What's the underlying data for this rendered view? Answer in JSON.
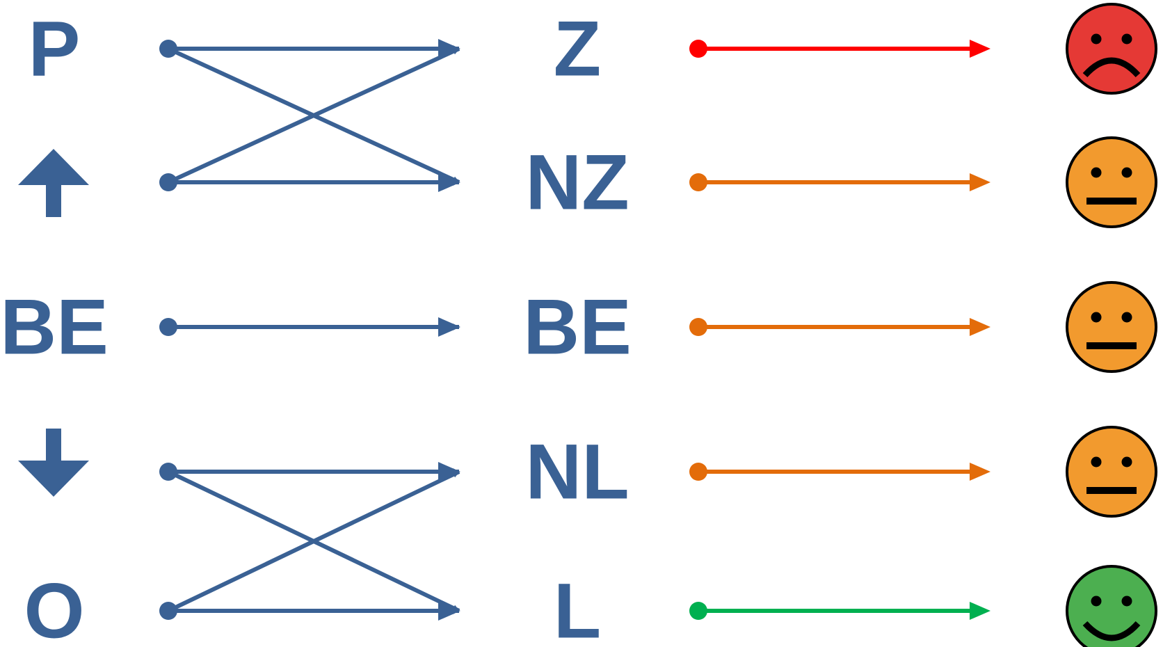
{
  "colors": {
    "blue": "#3A6194",
    "red": "#FF0000",
    "orange": "#E36C0A",
    "green": "#00B050",
    "face_red": "#E53935",
    "face_orange": "#F29A2E",
    "face_green": "#4CAF50",
    "face_outline": "#000000"
  },
  "left_column": [
    {
      "kind": "text",
      "label": "P"
    },
    {
      "kind": "icon",
      "icon": "arrow-up-icon"
    },
    {
      "kind": "text",
      "label": "BE"
    },
    {
      "kind": "icon",
      "icon": "arrow-down-icon"
    },
    {
      "kind": "text",
      "label": "O"
    }
  ],
  "middle_column": [
    {
      "label": "Z"
    },
    {
      "label": "NZ"
    },
    {
      "label": "BE"
    },
    {
      "label": "NL"
    },
    {
      "label": "L"
    }
  ],
  "left_connections": [
    {
      "from": 0,
      "to": 0
    },
    {
      "from": 0,
      "to": 1
    },
    {
      "from": 1,
      "to": 0
    },
    {
      "from": 1,
      "to": 1
    },
    {
      "from": 2,
      "to": 2
    },
    {
      "from": 3,
      "to": 3
    },
    {
      "from": 3,
      "to": 4
    },
    {
      "from": 4,
      "to": 3
    },
    {
      "from": 4,
      "to": 4
    }
  ],
  "right_arrows": [
    {
      "row": 0,
      "color": "red"
    },
    {
      "row": 1,
      "color": "orange"
    },
    {
      "row": 2,
      "color": "orange"
    },
    {
      "row": 3,
      "color": "orange"
    },
    {
      "row": 4,
      "color": "green"
    }
  ],
  "faces": [
    {
      "row": 0,
      "mood": "sad",
      "icon": "sad-face-icon",
      "fill": "face_red"
    },
    {
      "row": 1,
      "mood": "neutral",
      "icon": "neutral-face-icon",
      "fill": "face_orange"
    },
    {
      "row": 2,
      "mood": "neutral",
      "icon": "neutral-face-icon",
      "fill": "face_orange"
    },
    {
      "row": 3,
      "mood": "neutral",
      "icon": "neutral-face-icon",
      "fill": "face_orange"
    },
    {
      "row": 4,
      "mood": "happy",
      "icon": "happy-face-icon",
      "fill": "face_green"
    }
  ]
}
